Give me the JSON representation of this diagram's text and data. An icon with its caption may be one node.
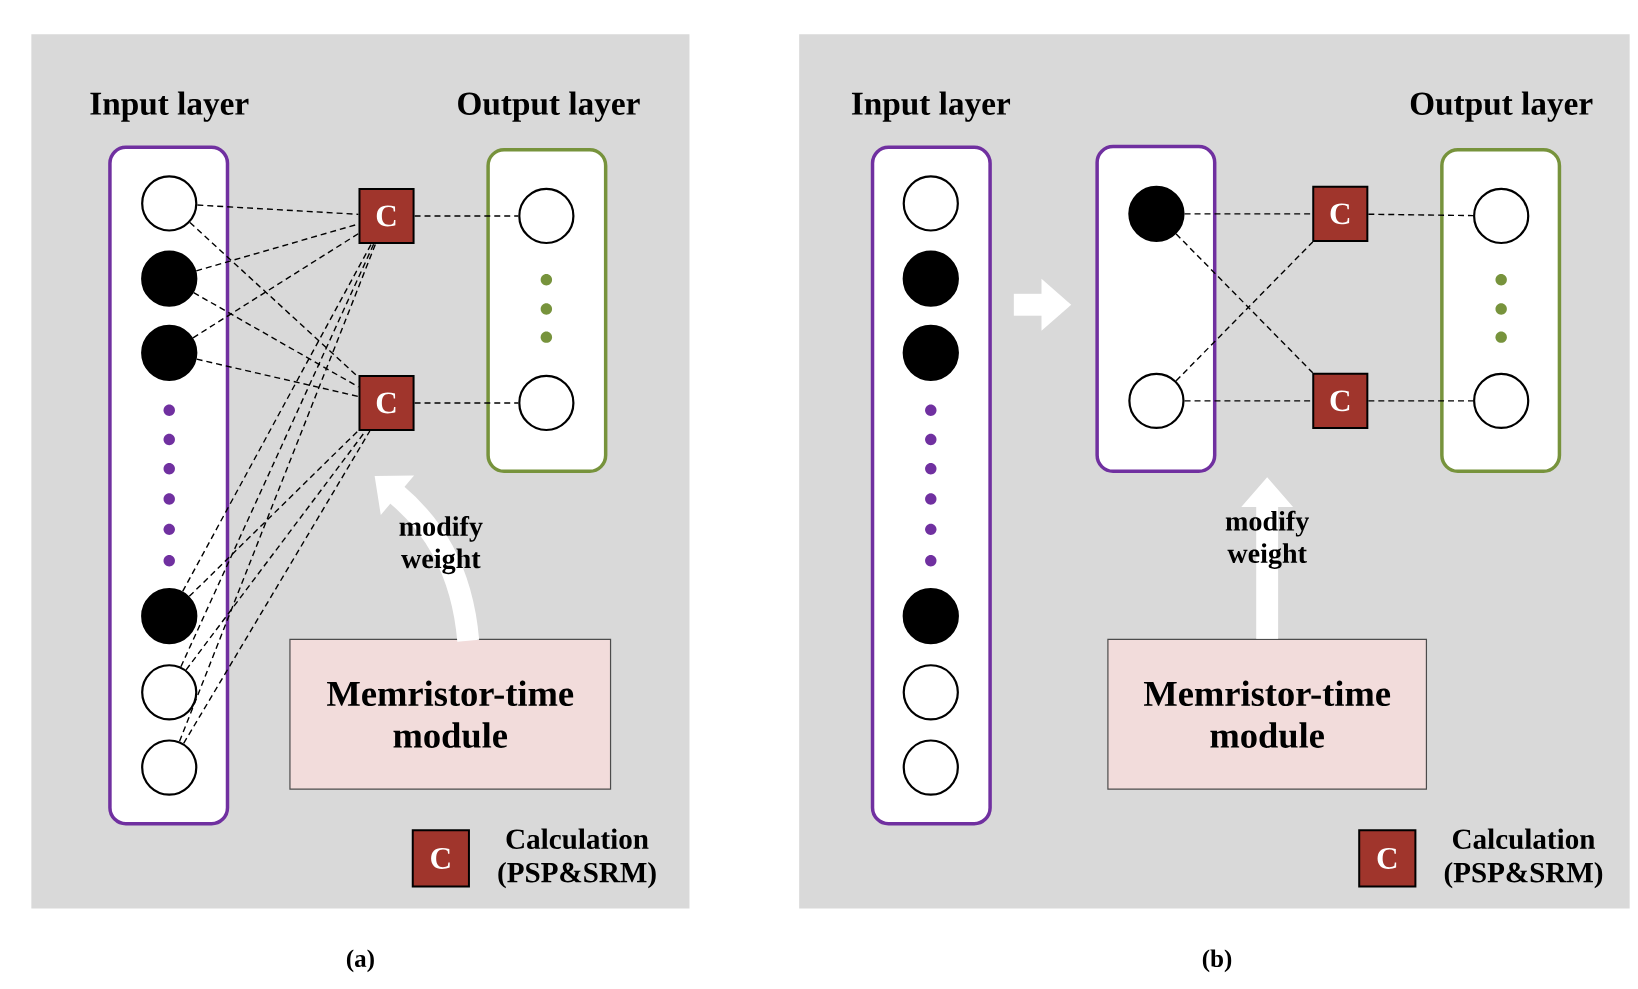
{
  "diagram": {
    "nodes": [
      {
        "text": [
          "Input layer"
        ]
      },
      {
        "text": [],
        "shape": "circle",
        "in": 0
      },
      {
        "text": [],
        "shape": "circle",
        "in": 0
      },
      {
        "text": [],
        "shape": "circle",
        "in": 0
      },
      {
        "text": [],
        "shape": "circle",
        "in": 0
      },
      {
        "text": [],
        "shape": "circle",
        "in": 0
      },
      {
        "text": [],
        "shape": "circle",
        "in": 0
      },
      {
        "text": [
          "C"
        ]
      },
      {
        "text": [
          "C"
        ]
      },
      {
        "text": [
          "Output layer"
        ]
      },
      {
        "text": [],
        "shape": "circle",
        "in": 9
      },
      {
        "text": [],
        "shape": "circle",
        "in": 9
      },
      {
        "text": [
          "Memristor-time module"
        ]
      },
      {
        "text": [
          "C"
        ],
        "beside": [
          "Calculation (PSP&SRM)"
        ]
      },
      {
        "text": [
          "Input layer"
        ]
      },
      {
        "text": [],
        "shape": "circle",
        "in": 14
      },
      {
        "text": [],
        "shape": "circle",
        "in": 14
      },
      {
        "text": [],
        "shape": "circle",
        "in": 14
      },
      {
        "text": [],
        "shape": "circle",
        "in": 14
      },
      {
        "text": [],
        "shape": "circle",
        "in": 14
      },
      {
        "text": [],
        "shape": "circle",
        "in": 14
      },
      {
        "text": [],
        "shape": "box"
      },
      {
        "text": [],
        "shape": "circle",
        "in": 21
      },
      {
        "text": [],
        "shape": "circle",
        "in": 21
      },
      {
        "text": [
          "C"
        ]
      },
      {
        "text": [
          "C"
        ]
      },
      {
        "text": [
          "Output layer"
        ]
      },
      {
        "text": [],
        "shape": "circle",
        "in": 26
      },
      {
        "text": [],
        "shape": "circle",
        "in": 26
      },
      {
        "text": [
          "Memristor-time module"
        ]
      },
      {
        "text": [
          "C"
        ],
        "beside": [
          "Calculation (PSP&SRM)"
        ]
      }
    ],
    "edges": [
      {
        "from": 1,
        "to": 7,
        "arrow": "none",
        "style": "dashed"
      },
      {
        "from": 1,
        "to": 8,
        "arrow": "none",
        "style": "dashed"
      },
      {
        "from": 2,
        "to": 7,
        "arrow": "none",
        "style": "dashed"
      },
      {
        "from": 2,
        "to": 8,
        "arrow": "none",
        "style": "dashed"
      },
      {
        "from": 3,
        "to": 7,
        "arrow": "none",
        "style": "dashed"
      },
      {
        "from": 3,
        "to": 8,
        "arrow": "none",
        "style": "dashed"
      },
      {
        "from": 4,
        "to": 7,
        "arrow": "none",
        "style": "dashed"
      },
      {
        "from": 4,
        "to": 8,
        "arrow": "none",
        "style": "dashed"
      },
      {
        "from": 5,
        "to": 7,
        "arrow": "none",
        "style": "dashed"
      },
      {
        "from": 5,
        "to": 8,
        "arrow": "none",
        "style": "dashed"
      },
      {
        "from": 6,
        "to": 7,
        "arrow": "none",
        "style": "dashed"
      },
      {
        "from": 6,
        "to": 8,
        "arrow": "none",
        "style": "dashed"
      },
      {
        "from": 7,
        "to": 10,
        "arrow": "none",
        "style": "dashed"
      },
      {
        "from": 8,
        "to": 11,
        "arrow": "none",
        "style": "dashed"
      },
      {
        "from": 12,
        "to": 8,
        "arrow": "to",
        "label": "modify weight",
        "style": "thick",
        "color": "#ffffff"
      },
      {
        "from": 14,
        "to": 21,
        "arrow": "to",
        "style": "thick",
        "color": "#ffffff"
      },
      {
        "from": 22,
        "to": 24,
        "arrow": "none",
        "style": "dashed"
      },
      {
        "from": 22,
        "to": 25,
        "arrow": "none",
        "style": "dashed"
      },
      {
        "from": 23,
        "to": 24,
        "arrow": "none",
        "style": "dashed"
      },
      {
        "from": 23,
        "to": 25,
        "arrow": "none",
        "style": "dashed"
      },
      {
        "from": 24,
        "to": 27,
        "arrow": "none",
        "style": "dashed"
      },
      {
        "from": 25,
        "to": 28,
        "arrow": "none",
        "style": "dashed"
      },
      {
        "from": 29,
        "to": 21,
        "arrow": "to",
        "label": "modify weight",
        "style": "thick",
        "color": "#ffffff"
      }
    ],
    "labels": [
      "(a)",
      "(b)"
    ]
  }
}
